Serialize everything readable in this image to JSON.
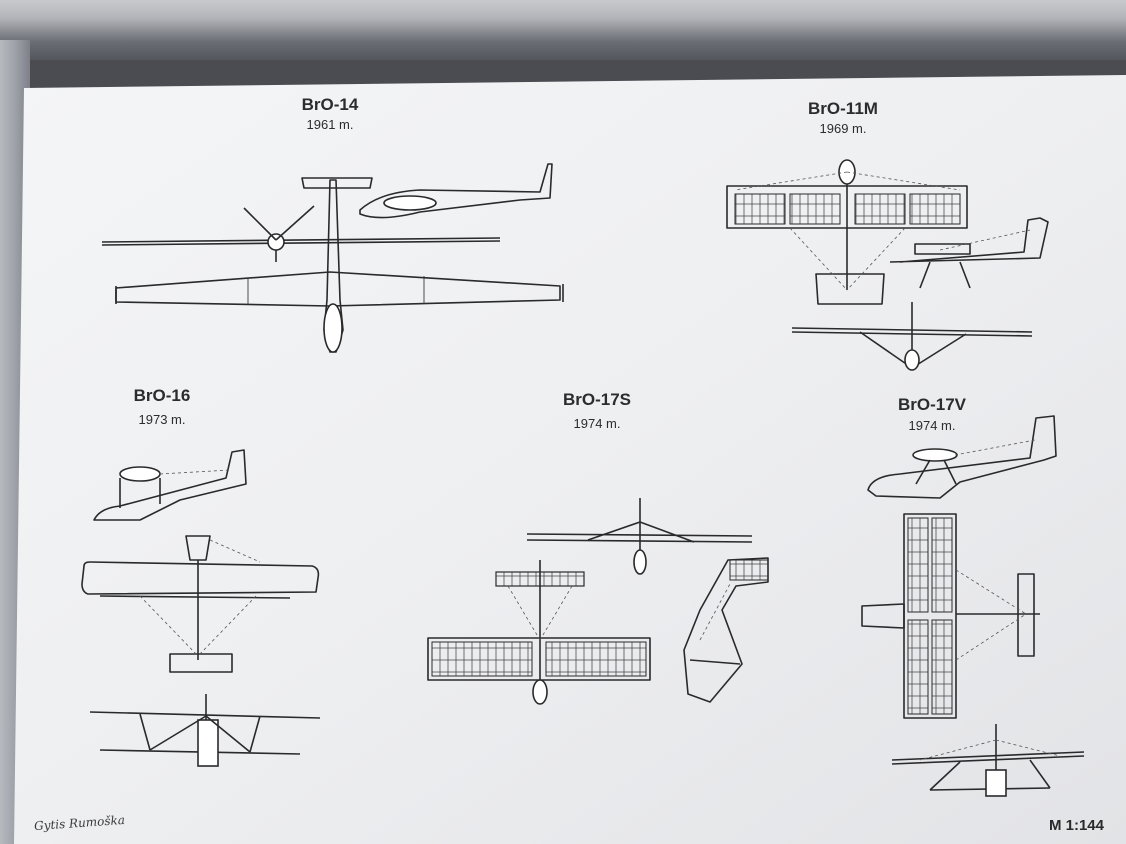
{
  "aircraft": [
    {
      "name": "BrO-14",
      "year": "1961 m."
    },
    {
      "name": "BrO-11M",
      "year": "1969 m."
    },
    {
      "name": "BrO-16",
      "year": "1973 m."
    },
    {
      "name": "BrO-17S",
      "year": "1974 m."
    },
    {
      "name": "BrO-17V",
      "year": "1974 m."
    }
  ],
  "scale_label": "M 1:144",
  "signature": "Gytis Rumoška"
}
